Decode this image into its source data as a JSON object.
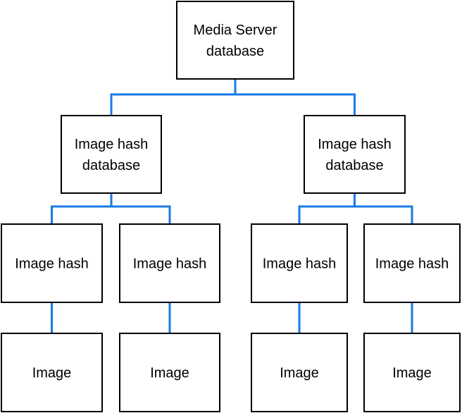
{
  "diagram": {
    "type": "tree",
    "connector_color": "#1A7AE6",
    "nodes": [
      {
        "id": "root",
        "lines": [
          "Media Server",
          "database"
        ],
        "parent": null
      },
      {
        "id": "db-left",
        "lines": [
          "Image hash",
          "database"
        ],
        "parent": "root"
      },
      {
        "id": "db-right",
        "lines": [
          "Image hash",
          "database"
        ],
        "parent": "root"
      },
      {
        "id": "hash-1",
        "lines": [
          "Image hash"
        ],
        "parent": "db-left"
      },
      {
        "id": "hash-2",
        "lines": [
          "Image hash"
        ],
        "parent": "db-left"
      },
      {
        "id": "hash-3",
        "lines": [
          "Image hash"
        ],
        "parent": "db-right"
      },
      {
        "id": "hash-4",
        "lines": [
          "Image hash"
        ],
        "parent": "db-right"
      },
      {
        "id": "image-1",
        "lines": [
          "Image"
        ],
        "parent": "hash-1"
      },
      {
        "id": "image-2",
        "lines": [
          "Image"
        ],
        "parent": "hash-2"
      },
      {
        "id": "image-3",
        "lines": [
          "Image"
        ],
        "parent": "hash-3"
      },
      {
        "id": "image-4",
        "lines": [
          "Image"
        ],
        "parent": "hash-4"
      }
    ]
  }
}
